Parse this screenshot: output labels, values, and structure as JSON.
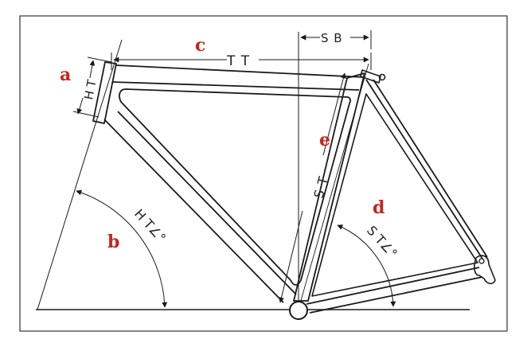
{
  "letters": {
    "a": "a",
    "b": "b",
    "c": "c",
    "d": "d",
    "e": "e"
  },
  "dims": {
    "tt": "T T",
    "sb": "S B",
    "ht": "H T",
    "st": "S T",
    "ht_angle": "H T∠°",
    "st_angle": "S T∠°"
  },
  "colors": {
    "line": "#1a1a1a",
    "letter": "#c8241f",
    "frame_border": "#333333",
    "background": "#ffffff"
  }
}
